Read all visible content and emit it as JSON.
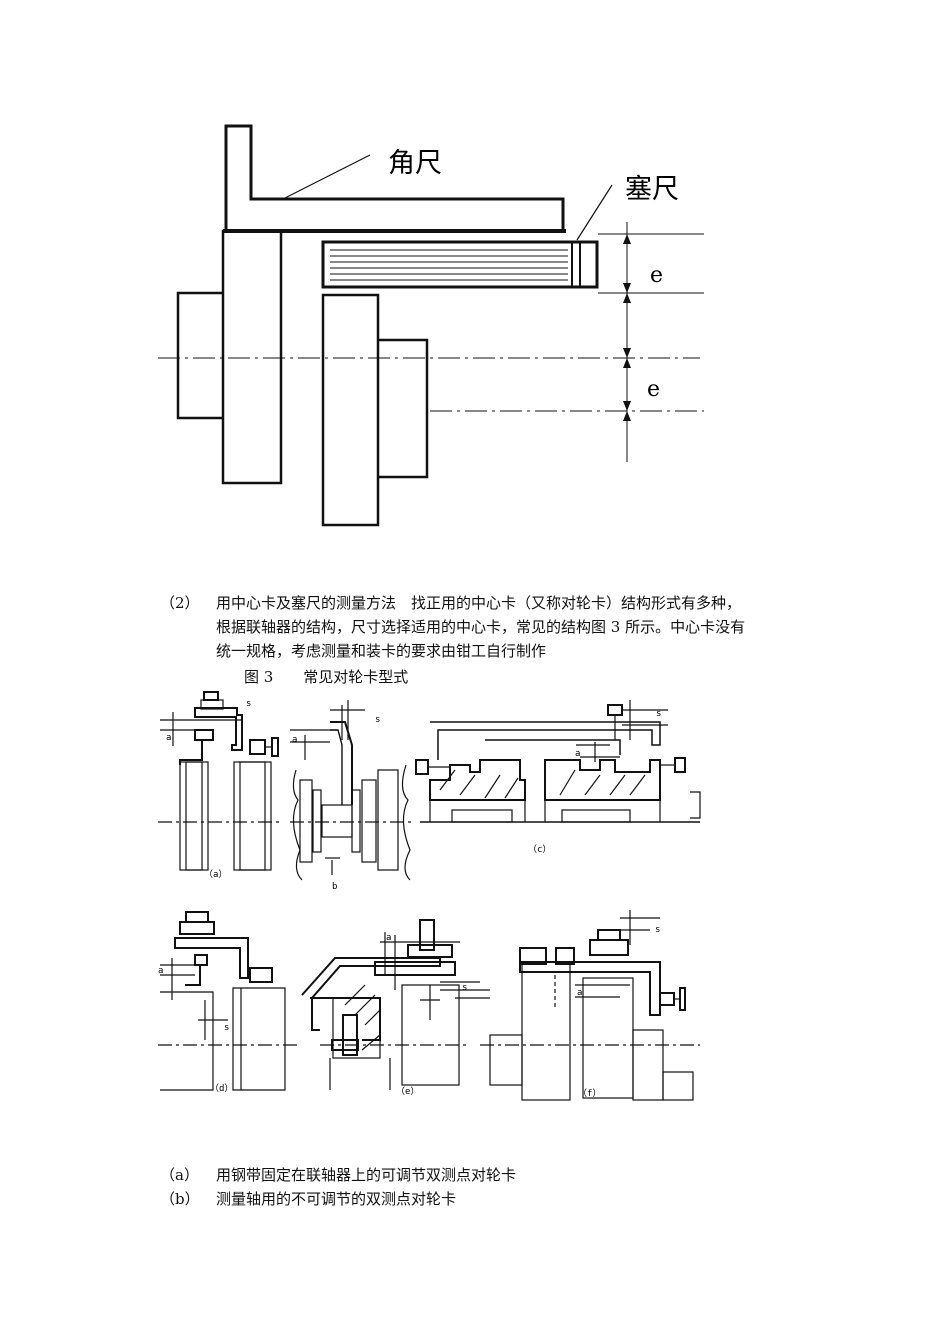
{
  "figure_top": {
    "label_square": "角尺",
    "label_feeler": "塞尺",
    "label_e_upper": "e",
    "label_e_lower": "e"
  },
  "paragraph": {
    "number": "（2）",
    "line1": "用中心卡及塞尺的测量方法　找正用的中心卡（又称对轮卡）结构形式有多种，",
    "line2": "根据联轴器的结构，尺寸选择适用的中心卡，常见的结构图 3  所示。中心卡没有",
    "line3": "统一规格，考虑测量和装卡的要求由钳工自行制作"
  },
  "figure3": {
    "caption": "图 3　　常见对轮卡型式",
    "sub_a": "（a）",
    "sub_b": "b",
    "sub_c": "（c）",
    "sub_d": "（d）",
    "sub_e": "（e）",
    "sub_f": "（f）",
    "mark_s": "s",
    "mark_a": "a"
  },
  "list": [
    {
      "tag": "（a）",
      "text": "用钢带固定在联轴器上的可调节双测点对轮卡"
    },
    {
      "tag": "（b）",
      "text": "测量轴用的不可调节的双测点对轮卡"
    }
  ]
}
